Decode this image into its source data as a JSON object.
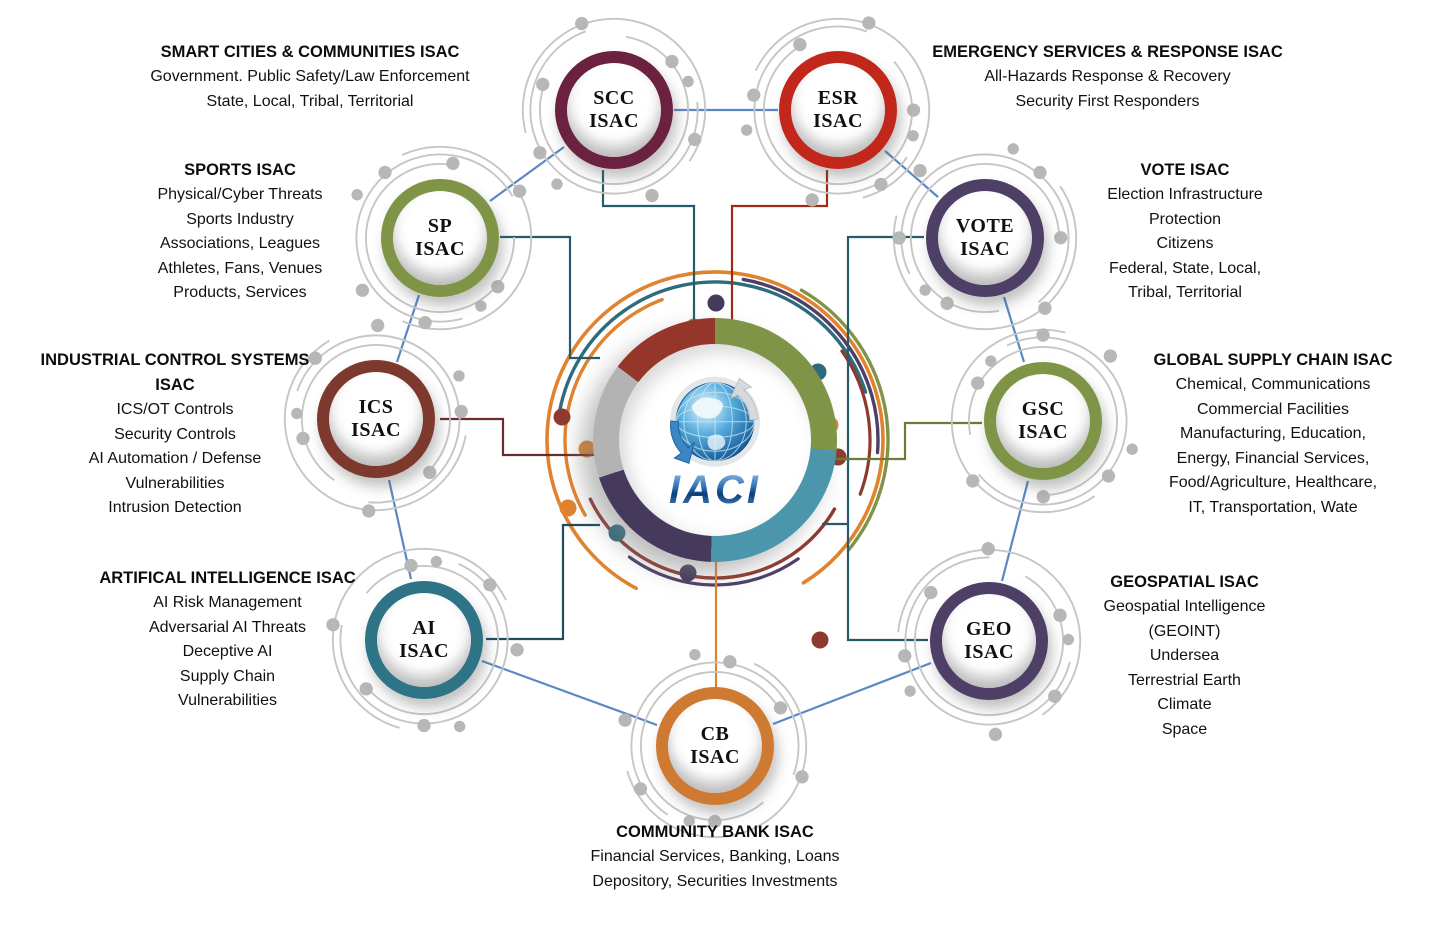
{
  "center": {
    "label": "IACI",
    "logo": "globe-with-arrows-icon"
  },
  "palette": {
    "link_blue": "#5b87c5",
    "orbit_gray": "#c4c4c4",
    "hub_ring_segments": [
      "#7f9446",
      "#4b96ab",
      "#45395c",
      "#b3b3b3",
      "#96362a"
    ],
    "hub_arc_colors": [
      "#e0832f",
      "#2e6b7d",
      "#8f3a2e",
      "#4e3f66",
      "#7f9446"
    ]
  },
  "nodes": [
    {
      "abbr": "SCC",
      "suffix": "ISAC",
      "ring_color": "#6b2140",
      "connector_color": "#275b6b",
      "title": "SMART CITIES & COMMUNITIES ISAC",
      "lines": [
        "Government. Public Safety/Law Enforcement",
        "State, Local, Tribal, Territorial"
      ]
    },
    {
      "abbr": "ESR",
      "suffix": "ISAC",
      "ring_color": "#c1281b",
      "connector_color": "#9c2c16",
      "title": "EMERGENCY SERVICES & RESPONSE ISAC",
      "lines": [
        "All-Hazards Response & Recovery",
        "Security First Responders"
      ]
    },
    {
      "abbr": "SP",
      "suffix": "ISAC",
      "ring_color": "#7f9446",
      "connector_color": "#275b6b",
      "title": "SPORTS ISAC",
      "lines": [
        "Physical/Cyber Threats",
        "Sports Industry",
        "Associations, Leagues",
        "Athletes, Fans, Venues",
        "Products, Services"
      ]
    },
    {
      "abbr": "VOTE",
      "suffix": "ISAC",
      "ring_color": "#4e3f66",
      "connector_color": "#275b6b",
      "title": "VOTE ISAC",
      "lines": [
        "Election Infrastructure",
        "Protection",
        "Citizens",
        "Federal, State, Local,",
        "Tribal, Territorial"
      ]
    },
    {
      "abbr": "ICS",
      "suffix": "ISAC",
      "ring_color": "#7d392e",
      "connector_color": "#6e2a33",
      "title": "INDUSTRIAL CONTROL SYSTEMS ISAC",
      "lines": [
        "ICS/OT Controls",
        "Security Controls",
        "AI Automation / Defense",
        "Vulnerabilities",
        "Intrusion Detection"
      ]
    },
    {
      "abbr": "GSC",
      "suffix": "ISAC",
      "ring_color": "#7f9446",
      "connector_color": "#6b7c34",
      "title": "GLOBAL SUPPLY CHAIN ISAC",
      "lines": [
        "Chemical,  Communications",
        "Commercial Facilities",
        "Manufacturing, Education,",
        "Energy, Financial Services,",
        "Food/Agriculture, Healthcare,",
        "IT, Transportation, Wate"
      ]
    },
    {
      "abbr": "AI",
      "suffix": "ISAC",
      "ring_color": "#2e7386",
      "connector_color": "#1d4d5e",
      "title": "ARTIFICAL INTELLIGENCE ISAC",
      "lines": [
        "AI Risk Management",
        "Adversarial AI Threats",
        "Deceptive AI",
        "Supply Chain",
        "Vulnerabilities"
      ]
    },
    {
      "abbr": "GEO",
      "suffix": "ISAC",
      "ring_color": "#4e3f66",
      "connector_color": "#27596b",
      "title": "GEOSPATIAL ISAC",
      "lines": [
        "Geospatial Intelligence",
        "(GEOINT)",
        "Undersea",
        "Terrestrial Earth",
        "Climate",
        "Space"
      ]
    },
    {
      "abbr": "CB",
      "suffix": "ISAC",
      "ring_color": "#cf7a33",
      "connector_color": "#e0832f",
      "title": "COMMUNITY BANK ISAC",
      "lines": [
        "Financial Services, Banking, Loans",
        "Depository, Securities Investments"
      ]
    }
  ]
}
